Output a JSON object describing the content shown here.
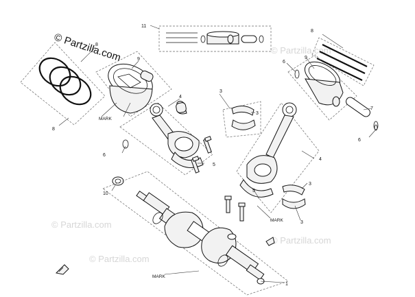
{
  "watermark": {
    "main": "© Partzilla.com",
    "faint": "© Partzilla.com"
  },
  "callouts": [
    "1",
    "3",
    "4",
    "5",
    "6",
    "7",
    "8",
    "9",
    "10",
    "11"
  ],
  "mark_label": "MARK",
  "colors": {
    "line": "#111111",
    "dashed_box": "#666666",
    "watermark": "#d6d6d6",
    "background": "#ffffff"
  }
}
